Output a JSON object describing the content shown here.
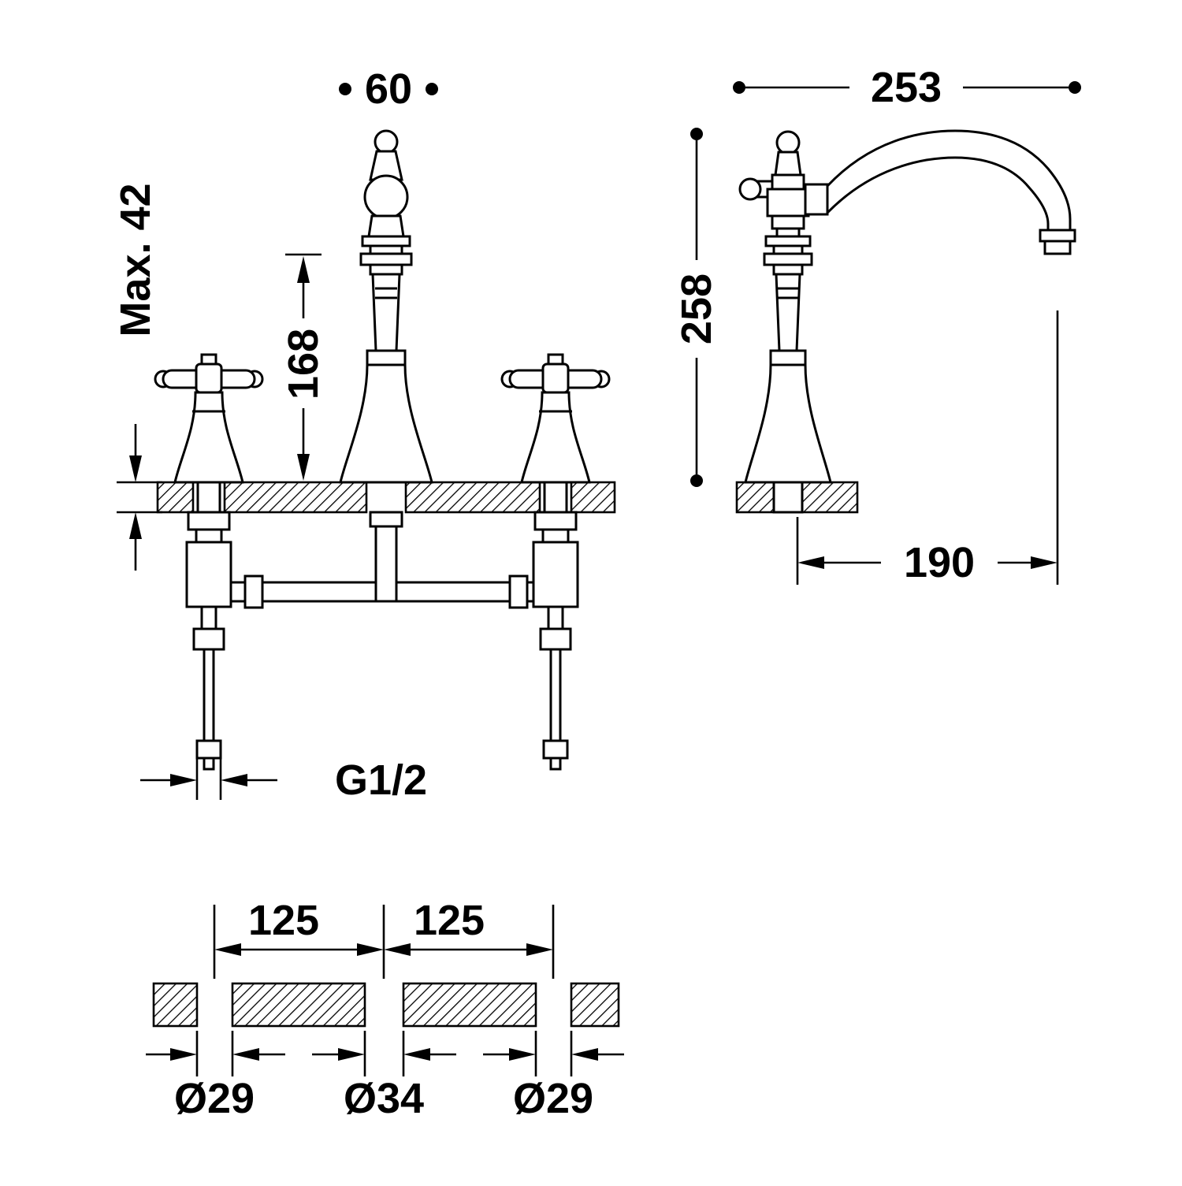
{
  "drawing": {
    "subject": "two-handle bridge faucet technical dimension drawing",
    "background_color": "#ffffff",
    "line_color": "#000000",
    "dims": {
      "top_width": "60",
      "max_deck_thickness": "Max. 42",
      "spout_height": "168",
      "thread": "G1/2",
      "overall_length": "253",
      "overall_height": "258",
      "spout_reach": "190",
      "hole_spacing_left": "125",
      "hole_spacing_right": "125",
      "hole_dia_left": "Ø29",
      "hole_dia_center": "Ø34",
      "hole_dia_right": "Ø29"
    }
  }
}
